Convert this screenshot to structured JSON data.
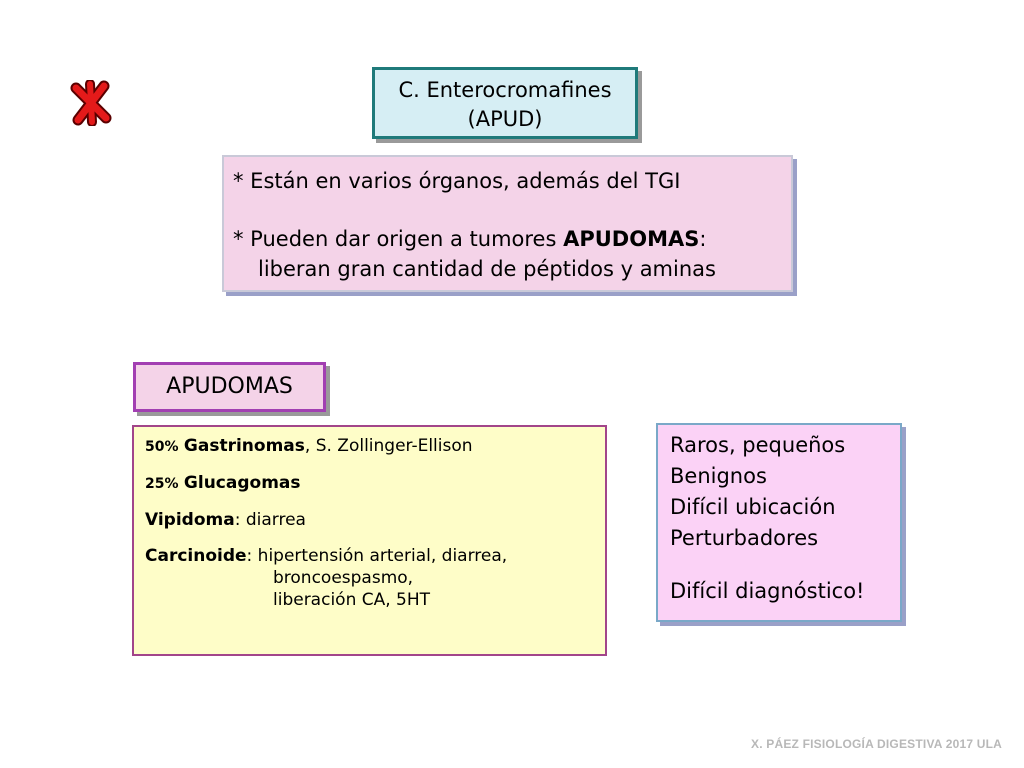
{
  "colors": {
    "title_bg": "#d6eef4",
    "title_border": "#1f7a7a",
    "info_bg": "#f4d3e8",
    "label_border": "#a23fb2",
    "list_bg": "#fefdc8",
    "list_border": "#a2458a",
    "features_bg": "#fbd2f6",
    "star_red": "#e41a1a"
  },
  "icons": {
    "decoration": "asterisk-star-icon"
  },
  "title": {
    "line1": "C. Enterocromafines",
    "line2": "(APUD)"
  },
  "info": {
    "bullet1": "* Están en varios órganos, además del TGI",
    "bullet2_pre": "* Pueden dar origen a tumores ",
    "bullet2_bold": "APUDOMAS",
    "bullet2_post": ":",
    "bullet2_line2": "liberan gran cantidad de péptidos y aminas"
  },
  "apudomas_label": "APUDOMAS",
  "types": {
    "gastrinoma": {
      "pct": "50%",
      "name": "Gastrinomas",
      "desc": ", S. Zollinger-Ellison"
    },
    "glucagoma": {
      "pct": "25%",
      "name": "Glucagomas"
    },
    "vipidoma": {
      "name": "Vipidoma",
      "desc": ": diarrea"
    },
    "carcinoide": {
      "name": "Carcinoide",
      "desc": ": hipertensión arterial, diarrea,",
      "line2": "broncoespasmo,",
      "line3": "liberación CA, 5HT"
    }
  },
  "features": {
    "items": [
      "Raros, pequeños",
      "Benignos",
      "Difícil ubicación",
      "Perturbadores"
    ],
    "final": "Difícil diagnóstico!"
  },
  "footer": "X. PÁEZ   FISIOLOGÍA DIGESTIVA 2017  ULA"
}
